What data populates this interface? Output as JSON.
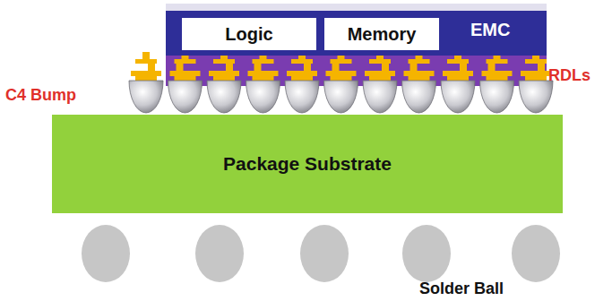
{
  "diagram": {
    "nodes": [
      {
        "text": [
          "EMC"
        ]
      },
      {
        "text": [
          "Logic"
        ],
        "in": 0
      },
      {
        "text": [
          "Memory"
        ],
        "in": 0
      },
      {
        "text": [
          "Package Substrate"
        ]
      }
    ],
    "labels": [
      "RDLs",
      "C4 Bump",
      "Solder Ball"
    ]
  }
}
